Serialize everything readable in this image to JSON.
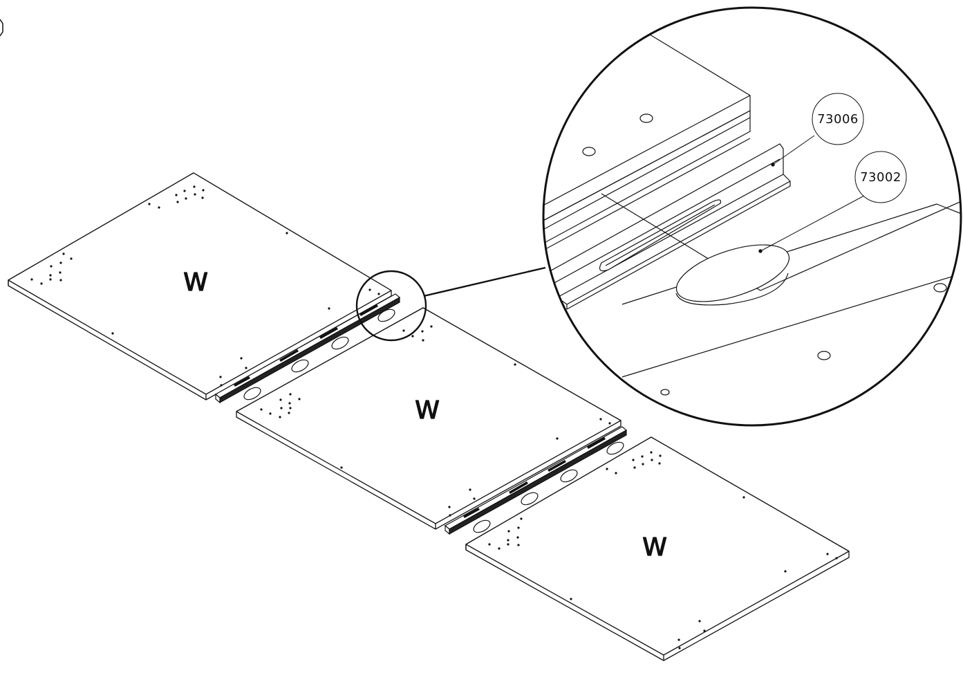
{
  "diagram": {
    "panels": [
      {
        "id": "panel-1",
        "label": "W"
      },
      {
        "id": "panel-2",
        "label": "W"
      },
      {
        "id": "panel-3",
        "label": "W"
      }
    ],
    "callouts": [
      {
        "id": "callout-1",
        "label": "73006"
      },
      {
        "id": "callout-2",
        "label": "73002"
      }
    ]
  }
}
